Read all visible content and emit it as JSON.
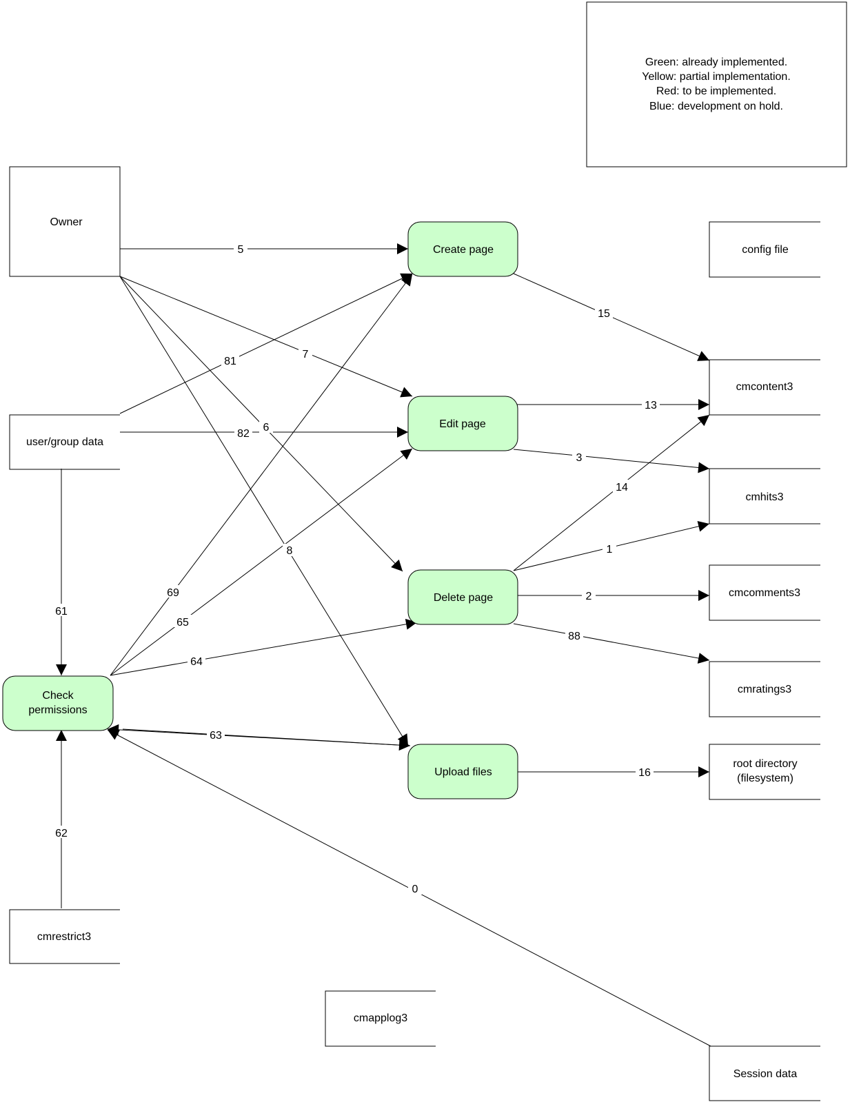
{
  "legend": {
    "lines": [
      "Green: already implemented.",
      "Yellow: partial implementation.",
      "Red: to be implemented.",
      "Blue: development on hold."
    ]
  },
  "colors": {
    "process_fill": "#ccffcc",
    "stroke": "#000000",
    "background": "#ffffff"
  },
  "entities": {
    "owner": "Owner",
    "cmrestrict3": "cmrestrict3"
  },
  "processes": {
    "create_page": "Create page",
    "edit_page": "Edit page",
    "delete_page": "Delete page",
    "upload_files": "Upload files",
    "check_permissions": [
      "Check",
      "permissions"
    ]
  },
  "stores": {
    "config_file": "config file",
    "cmcontent3": "cmcontent3",
    "cmhits3": "cmhits3",
    "cmcomments3": "cmcomments3",
    "cmratings3": "cmratings3",
    "root_directory": [
      "root directory",
      "(filesystem)"
    ],
    "user_group_data": "user/group data",
    "cmrestrict3": "cmrestrict3",
    "cmapplog3": "cmapplog3",
    "session_data": "Session data"
  },
  "flows": {
    "f5": "5",
    "f15": "15",
    "f7": "7",
    "f81": "81",
    "f6": "6",
    "f82": "82",
    "f13": "13",
    "f3": "3",
    "f14": "14",
    "f1": "1",
    "f8": "8",
    "f61": "61",
    "f69": "69",
    "f65": "65",
    "f64": "64",
    "f2": "2",
    "f88": "88",
    "f63": "63",
    "f16": "16",
    "f62": "62",
    "f0": "0"
  }
}
